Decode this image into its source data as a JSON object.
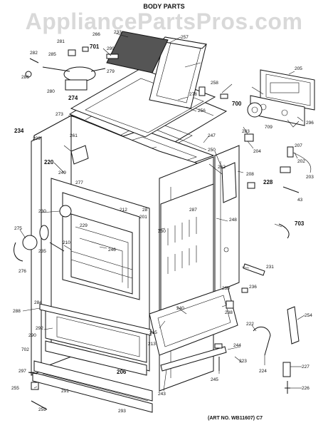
{
  "title": "BODY PARTS",
  "watermark": "AppliancePartsPros.com",
  "art_number": "(ART NO. WB11607) C7",
  "part_labels": [
    {
      "id": "l233",
      "text": "233"
    },
    {
      "id": "l257",
      "text": "257"
    },
    {
      "id": "l266",
      "text": "266"
    },
    {
      "id": "l281",
      "text": "281"
    },
    {
      "id": "l701",
      "text": "701"
    },
    {
      "id": "l282",
      "text": "282"
    },
    {
      "id": "l285",
      "text": "285"
    },
    {
      "id": "l299",
      "text": "299"
    },
    {
      "id": "l279",
      "text": "279"
    },
    {
      "id": "l286",
      "text": "286"
    },
    {
      "id": "l280",
      "text": "280"
    },
    {
      "id": "l274",
      "text": "274"
    },
    {
      "id": "l205",
      "text": "205"
    },
    {
      "id": "l258",
      "text": "258"
    },
    {
      "id": "l278",
      "text": "278"
    },
    {
      "id": "l700",
      "text": "700"
    },
    {
      "id": "l256",
      "text": "256"
    },
    {
      "id": "l273",
      "text": "273"
    },
    {
      "id": "l709",
      "text": "709"
    },
    {
      "id": "l296",
      "text": "296"
    },
    {
      "id": "l234",
      "text": "234"
    },
    {
      "id": "l209",
      "text": "209"
    },
    {
      "id": "l261",
      "text": "261"
    },
    {
      "id": "l247",
      "text": "247"
    },
    {
      "id": "l283",
      "text": "283"
    },
    {
      "id": "l250",
      "text": "250"
    },
    {
      "id": "l204",
      "text": "204"
    },
    {
      "id": "l207",
      "text": "207"
    },
    {
      "id": "l202",
      "text": "202"
    },
    {
      "id": "l220",
      "text": "220"
    },
    {
      "id": "l249",
      "text": "249"
    },
    {
      "id": "l277",
      "text": "277"
    },
    {
      "id": "l262",
      "text": "262"
    },
    {
      "id": "l208",
      "text": "208"
    },
    {
      "id": "l203",
      "text": "203"
    },
    {
      "id": "l228",
      "text": "228"
    },
    {
      "id": "l43",
      "text": "43"
    },
    {
      "id": "l212",
      "text": "212"
    },
    {
      "id": "l28",
      "text": "28"
    },
    {
      "id": "l287",
      "text": "287"
    },
    {
      "id": "l230",
      "text": "230"
    },
    {
      "id": "l201",
      "text": "201"
    },
    {
      "id": "l248",
      "text": "248"
    },
    {
      "id": "l703",
      "text": "703"
    },
    {
      "id": "l275",
      "text": "275"
    },
    {
      "id": "l229",
      "text": "229"
    },
    {
      "id": "l260",
      "text": "260"
    },
    {
      "id": "l210",
      "text": "210"
    },
    {
      "id": "l246",
      "text": "246"
    },
    {
      "id": "l235",
      "text": "235"
    },
    {
      "id": "l276",
      "text": "276"
    },
    {
      "id": "l231",
      "text": "231"
    },
    {
      "id": "l239",
      "text": "239"
    },
    {
      "id": "l236",
      "text": "236"
    },
    {
      "id": "l288",
      "text": "288"
    },
    {
      "id": "l284",
      "text": "284"
    },
    {
      "id": "l240",
      "text": "240"
    },
    {
      "id": "l238",
      "text": "238"
    },
    {
      "id": "l254",
      "text": "254"
    },
    {
      "id": "l292",
      "text": "292"
    },
    {
      "id": "l290",
      "text": "290"
    },
    {
      "id": "l215",
      "text": "215"
    },
    {
      "id": "l222",
      "text": "222"
    },
    {
      "id": "l213",
      "text": "213"
    },
    {
      "id": "l702",
      "text": "702"
    },
    {
      "id": "l244",
      "text": "244"
    },
    {
      "id": "l223",
      "text": "223"
    },
    {
      "id": "l297",
      "text": "297"
    },
    {
      "id": "l206",
      "text": "206"
    },
    {
      "id": "l227",
      "text": "227"
    },
    {
      "id": "l224",
      "text": "224"
    },
    {
      "id": "l255",
      "text": "255"
    },
    {
      "id": "l291",
      "text": "291"
    },
    {
      "id": "l245",
      "text": "245"
    },
    {
      "id": "l243",
      "text": "243"
    },
    {
      "id": "l226",
      "text": "226"
    },
    {
      "id": "l259",
      "text": "259"
    },
    {
      "id": "l293",
      "text": "293"
    }
  ]
}
